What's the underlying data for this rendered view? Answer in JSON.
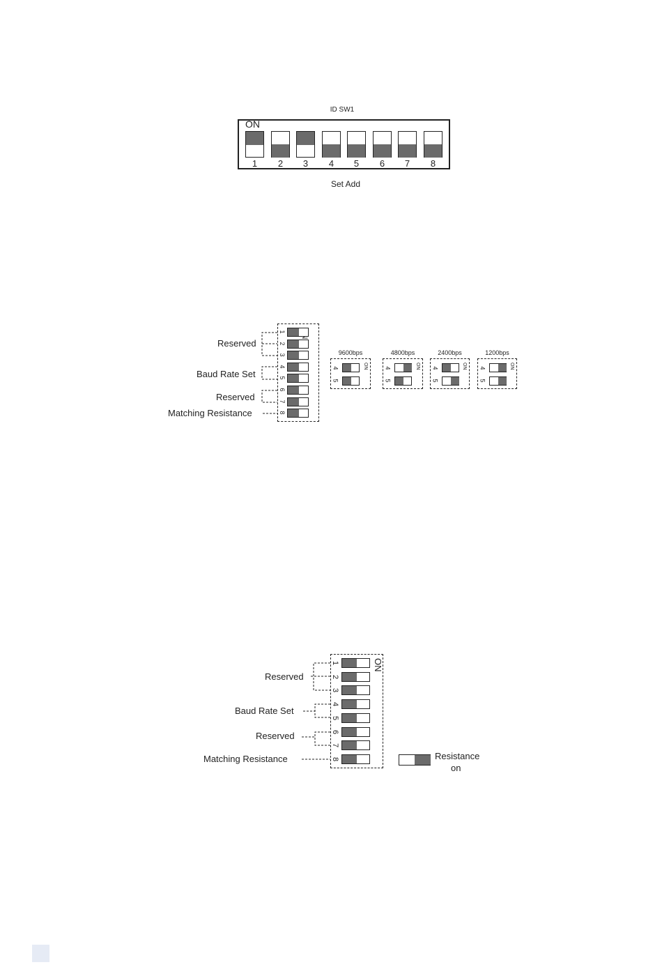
{
  "colors": {
    "ink": "#222222",
    "knob": "#6b6b6b",
    "badge": "#e6ebf5"
  },
  "id_switch": {
    "title": "ID SW1",
    "on_label": "ON",
    "caption": "Set Add",
    "switches": [
      {
        "number": "1",
        "on": true
      },
      {
        "number": "2",
        "on": false
      },
      {
        "number": "3",
        "on": true
      },
      {
        "number": "4",
        "on": false
      },
      {
        "number": "5",
        "on": false
      },
      {
        "number": "6",
        "on": false
      },
      {
        "number": "7",
        "on": false
      },
      {
        "number": "8",
        "on": false
      }
    ]
  },
  "baud_diagram": {
    "on_label": "ON",
    "labels": {
      "reserved_top": "Reserved",
      "baud_rate_set": "Baud Rate Set",
      "reserved_bottom": "Reserved",
      "matching_resistance": "Matching Resistance"
    },
    "switch_numbers": [
      "1",
      "2",
      "3",
      "4",
      "5",
      "6",
      "7",
      "8"
    ],
    "baud_options": [
      {
        "rate": "9600bps",
        "sw4_on": false,
        "sw5_on": false,
        "num4": "4",
        "num5": "5",
        "on_label": "ON"
      },
      {
        "rate": "4800bps",
        "sw4_on": true,
        "sw5_on": false,
        "num4": "4",
        "num5": "5",
        "on_label": "ON"
      },
      {
        "rate": "2400bps",
        "sw4_on": false,
        "sw5_on": true,
        "num4": "4",
        "num5": "5",
        "on_label": "ON"
      },
      {
        "rate": "1200bps",
        "sw4_on": true,
        "sw5_on": true,
        "num4": "4",
        "num5": "5",
        "on_label": "ON"
      }
    ]
  },
  "resistance_diagram": {
    "on_label": "ON",
    "labels": {
      "reserved_top": "Reserved",
      "baud_rate_set": "Baud Rate Set",
      "reserved_bottom": "Reserved",
      "matching_resistance": "Matching Resistance"
    },
    "switch_numbers": [
      "1",
      "2",
      "3",
      "4",
      "5",
      "6",
      "7",
      "8"
    ],
    "legend": {
      "line1": "Resistance",
      "line2": "on"
    }
  }
}
